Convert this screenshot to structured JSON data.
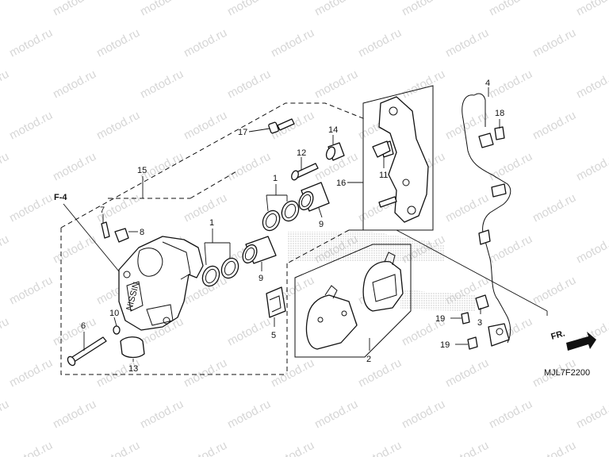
{
  "watermark": "motod.ru",
  "diagram_code": "MJL7F2200",
  "front_arrow": "FR.",
  "ref_tag": "F-4",
  "callouts": {
    "c1a": "1",
    "c1b": "1",
    "c2": "2",
    "c3": "3",
    "c4": "4",
    "c5": "5",
    "c6": "6",
    "c7": "7",
    "c8": "8",
    "c9a": "9",
    "c9b": "9",
    "c10": "10",
    "c11": "11",
    "c12": "12",
    "c13": "13",
    "c14": "14",
    "c15": "15",
    "c16": "16",
    "c17": "17",
    "c18": "18",
    "c19a": "19",
    "c19b": "19"
  },
  "caliper_marking": "NISSIN"
}
